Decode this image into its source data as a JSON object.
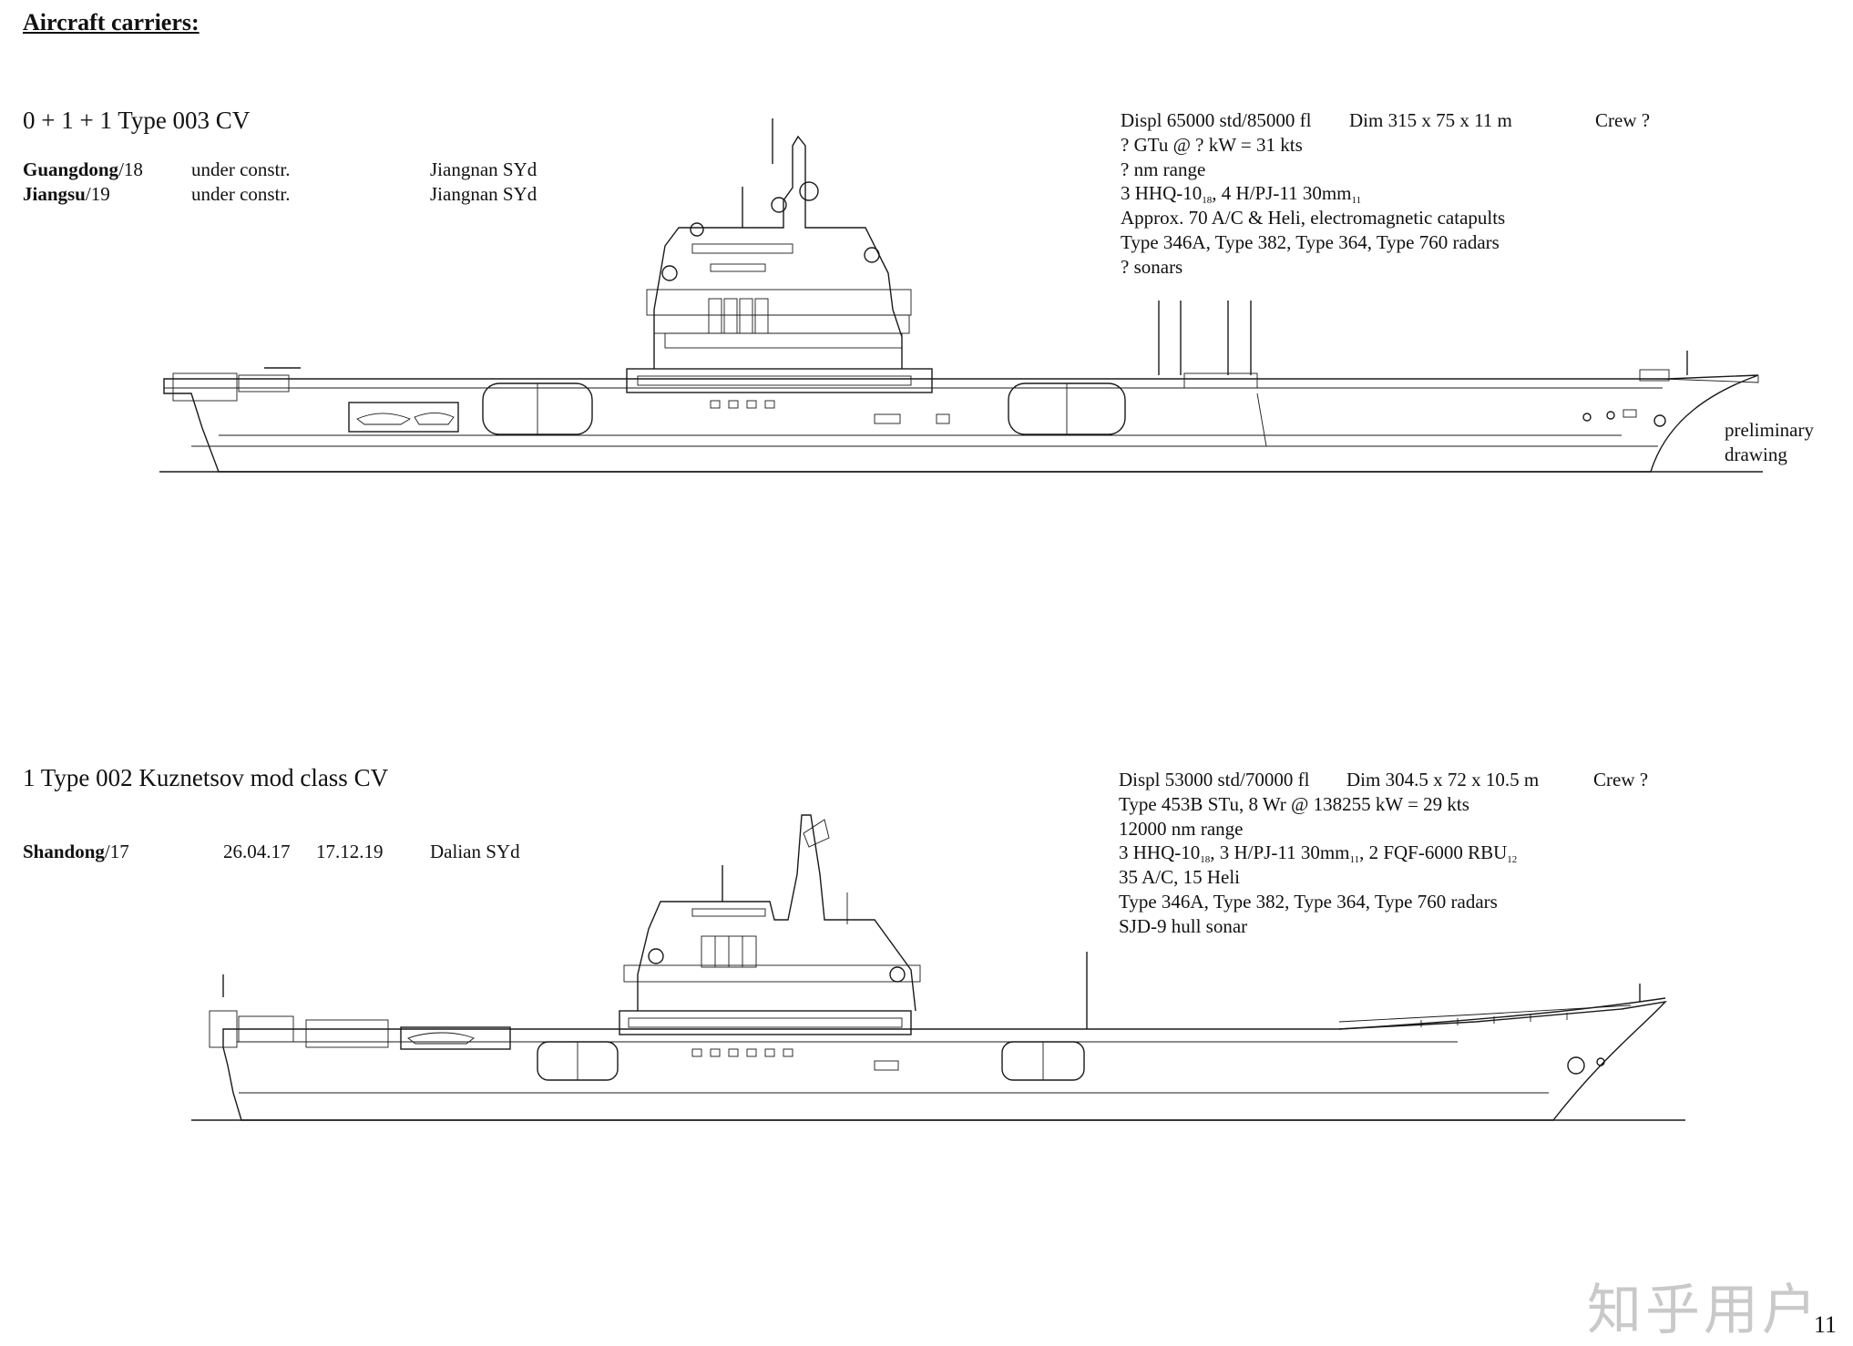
{
  "page_title": "Aircraft carriers:",
  "page_number": "11",
  "watermark": "知乎用户",
  "ships": [
    {
      "class_title": "0 + 1 + 1 Type 003 CV",
      "hulls": [
        {
          "name": "Guangdong",
          "number": "/18",
          "status": "under constr.",
          "laid": "",
          "commissioned": "",
          "yard": "Jiangnan SYd"
        },
        {
          "name": "Jiangsu",
          "number": "/19",
          "status": "under constr.",
          "laid": "",
          "commissioned": "",
          "yard": "Jiangnan SYd"
        }
      ],
      "spec_header": {
        "displ": "Displ 65000 std/85000 fl",
        "dim": "Dim 315 x 75 x 11 m",
        "crew": "Crew ?"
      },
      "spec_lines": [
        {
          "pre": "? GTu @ ? kW = 31 kts"
        },
        {
          "pre": "? nm range"
        },
        {
          "pre": "3 HHQ-10",
          "sub1": "18",
          "mid": ", 4 H/PJ-11 30mm",
          "sub2": "11"
        },
        {
          "pre": "Approx. 70 A/C & Heli, electromagnetic catapults"
        },
        {
          "pre": "Type 346A, Type 382, Type 364, Type 760 radars"
        },
        {
          "pre": "? sonars"
        }
      ],
      "drawing_note": [
        "preliminary",
        "drawing"
      ]
    },
    {
      "class_title": "1 Type 002 Kuznetsov mod class CV",
      "hulls": [
        {
          "name": "Shandong",
          "number": "/17",
          "status": "",
          "laid": "26.04.17",
          "commissioned": "17.12.19",
          "yard": "Dalian SYd"
        }
      ],
      "spec_header": {
        "displ": "Displ 53000 std/70000 fl",
        "dim": "Dim 304.5 x 72 x 10.5 m",
        "crew": "Crew ?"
      },
      "spec_lines": [
        {
          "pre": "Type 453B STu, 8 Wr @ 138255 kW = 29 kts"
        },
        {
          "pre": "12000 nm range"
        },
        {
          "pre": "3 HHQ-10",
          "sub1": "18",
          "mid": ", 3 H/PJ-11 30mm",
          "sub2": "11",
          "post": ", 2 FQF-6000 RBU",
          "sub3": "12"
        },
        {
          "pre": "35 A/C, 15 Heli"
        },
        {
          "pre": "Type 346A, Type 382, Type 364, Type 760 radars"
        },
        {
          "pre": "SJD-9 hull sonar"
        }
      ]
    }
  ]
}
